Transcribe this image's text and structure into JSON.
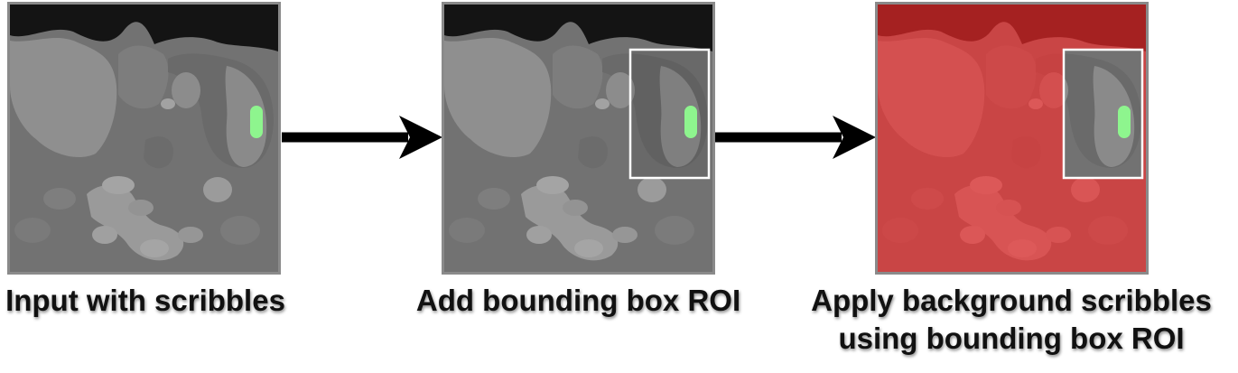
{
  "steps": [
    {
      "caption": "Input with scribbles"
    },
    {
      "caption": "Add bounding box ROI"
    },
    {
      "caption_line1": "Apply background scribbles",
      "caption_line2": "using bounding box ROI"
    }
  ],
  "colors": {
    "foreground_scribble": "#8ef58e",
    "background_overlay": "#ff2a2a",
    "roi_border": "#ffffff",
    "arrow": "#000000",
    "panel_border": "#8a8a8a"
  }
}
